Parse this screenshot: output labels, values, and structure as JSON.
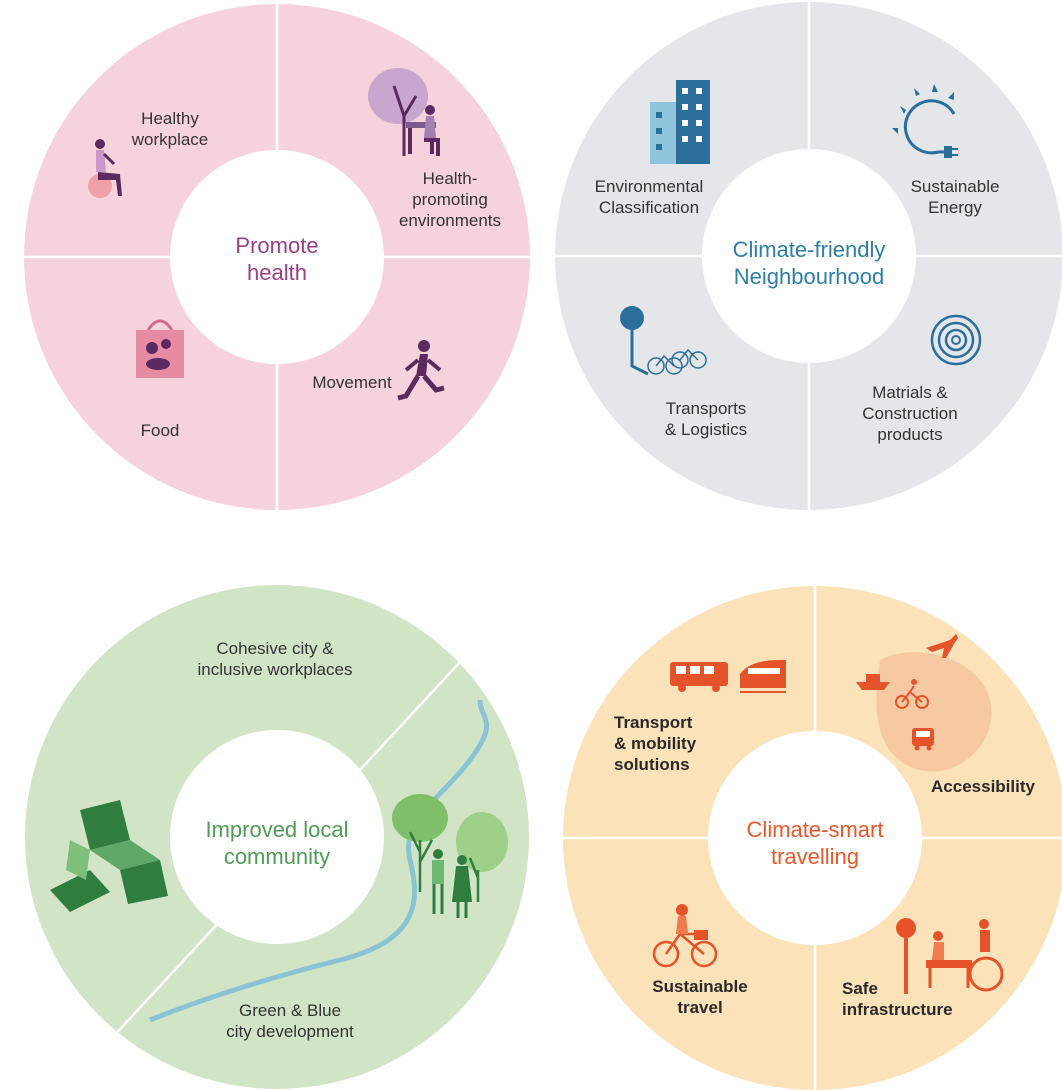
{
  "colors": {
    "health_bg": "#f6d3dc",
    "health_text": "#9a3f86",
    "health_icon": "#5b2a5f",
    "climate_bg": "#e4e6ea",
    "climate_text": "#2d7fa8",
    "climate_icon": "#2a6e9a",
    "community_bg": "#d2e4c6",
    "community_text": "#4f9a55",
    "community_icon": "#2f7d3f",
    "travel_bg": "#fbe2b8",
    "travel_text": "#e8582a",
    "travel_icon": "#e5532a"
  },
  "health": {
    "center": "Promote\nhealth",
    "segments": {
      "workplace": "Healthy\nworkplace",
      "environments": "Health-\npromoting\nenvironments",
      "food": "Food",
      "movement": "Movement"
    },
    "icons": [
      "person-on-ball-icon",
      "person-under-tree-icon",
      "shopping-bag-icon",
      "runner-icon"
    ]
  },
  "climate": {
    "center": "Climate-friendly\nNeighbourhood",
    "segments": {
      "classification": "Environmental\nClassification",
      "energy": "Sustainable\nEnergy",
      "transports": "Transports\n& Logistics",
      "materials": "Matrials &\nConstruction\nproducts"
    },
    "icons": [
      "buildings-icon",
      "sun-plug-icon",
      "bike-rack-icon",
      "target-rings-icon"
    ]
  },
  "community": {
    "center": "Improved local\ncommunity",
    "segments": {
      "cohesive": "Cohesive city &\ninclusive workplaces",
      "green_blue": "Green & Blue\ncity development"
    },
    "icons": [
      "green-blocks-icon",
      "trees-and-people-icon",
      "river-icon"
    ]
  },
  "travel": {
    "center": "Climate-smart\ntravelling",
    "segments": {
      "transport": "Transport\n& mobility\nsolutions",
      "accessibility": "Accessibility",
      "sustainable": "Sustainable\ntravel",
      "safe": "Safe\ninfrastructure"
    },
    "icons": [
      "bus-icon",
      "train-icon",
      "plane-icon",
      "boat-icon",
      "cyclist-icon",
      "wheelchair-icon"
    ]
  }
}
